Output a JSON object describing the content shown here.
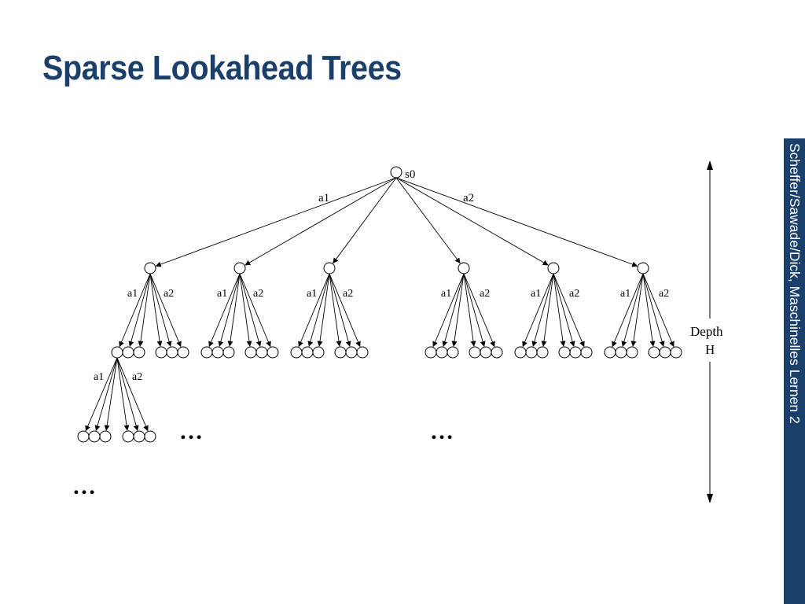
{
  "slide": {
    "title": "Sparse Lookahead Trees",
    "sidebar_text": "Scheffer/Sawade/Dick, Maschinelles Lernen 2"
  },
  "diagram": {
    "root_label": "s0",
    "action_labels": [
      "a1",
      "a2"
    ],
    "depth_label_line1": "Depth",
    "depth_label_line2": "H",
    "ellipsis": "…",
    "colors": {
      "title": "#1b3f6b",
      "sidebar": "#1b3f6b",
      "lines": "#000000"
    }
  }
}
